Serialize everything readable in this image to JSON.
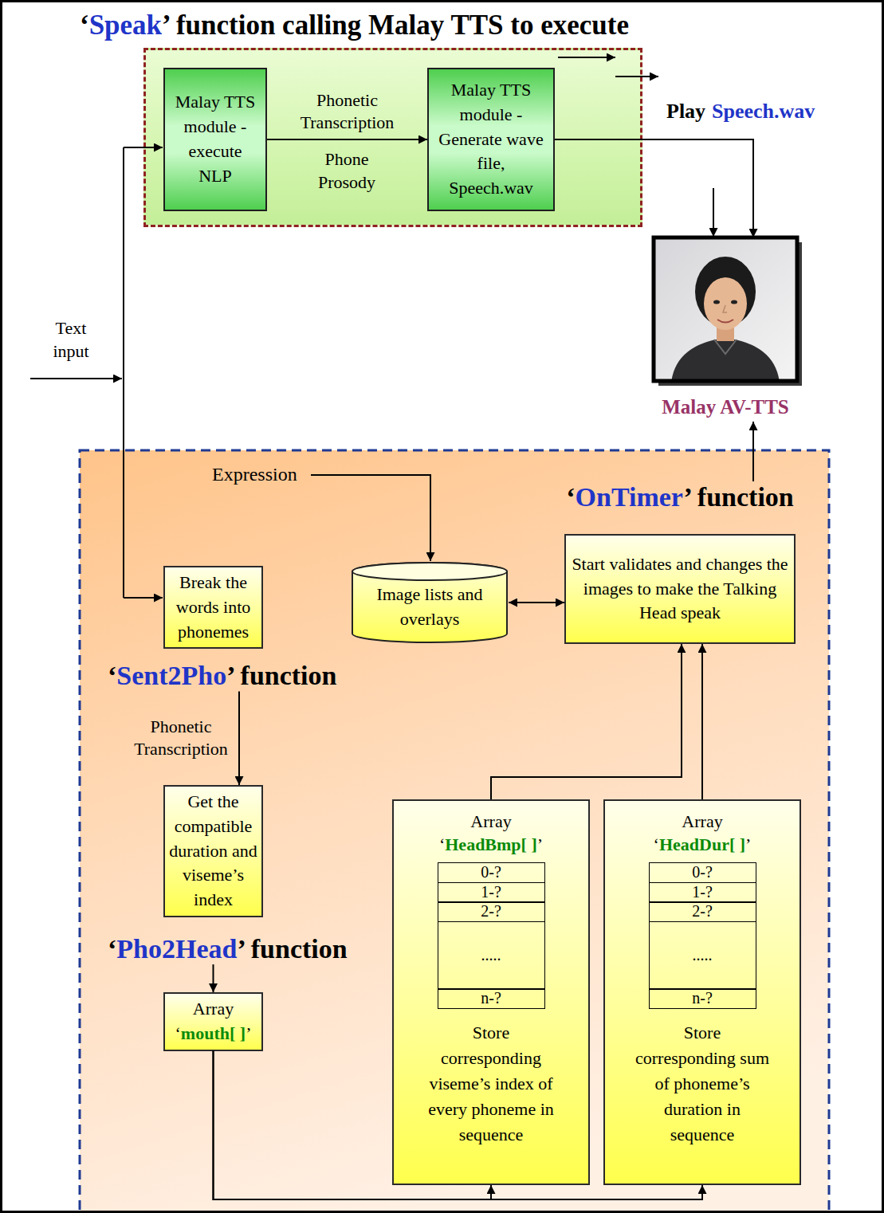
{
  "diagram": {
    "nodes": [
      {
        "text": [
          "‘Speak’ function calling Malay TTS to execute"
        ]
      },
      {
        "text": [
          "Malay TTS module -execute NLP"
        ],
        "in": 0
      },
      {
        "text": [
          "Malay TTS module -Generate wave file, Speech.wav"
        ],
        "in": 0
      },
      {
        "text": [
          "Malay AV-TTS"
        ]
      },
      {
        "text": [
          "‘OnTimer’ function",
          "Start validates and changes the images to make the Talking Head speak"
        ]
      },
      {
        "text": [
          "Image lists and overlays"
        ]
      },
      {
        "text": [
          "Break the words into phonemes",
          "‘Sent2Pho’ function"
        ]
      },
      {
        "text": [
          "Get the compatible duration and viseme’s index",
          "‘Pho2Head’ function"
        ]
      },
      {
        "text": [
          "Array ‘mouth[ ]’"
        ]
      },
      {
        "text": [
          "Array ‘HeadBmp[ ]’",
          "0-?",
          "1-?",
          "2-?",
          ".....",
          "n-?",
          "Store corresponding viseme’s index of every phoneme in sequence"
        ]
      },
      {
        "text": [
          "Array ‘HeadDur[ ]’",
          "0-?",
          "1-?",
          "2-?",
          ".....",
          "n-?",
          "Store corresponding sum of phoneme’s duration in sequence"
        ]
      }
    ],
    "edges": [
      {
        "from": 1,
        "to": 2,
        "arrow": "to",
        "label": "Phonetic Transcription"
      },
      {
        "from": 2,
        "to": 3,
        "arrow": "to"
      },
      {
        "from": 4,
        "to": 3,
        "arrow": "to"
      },
      {
        "from": 5,
        "to": 4,
        "arrow": "both"
      },
      {
        "from": 6,
        "to": 7,
        "arrow": "to",
        "label": "Phonetic Transcription"
      },
      {
        "from": 7,
        "to": 8,
        "arrow": "to"
      },
      {
        "from": 8,
        "to": 9,
        "arrow": "to"
      },
      {
        "from": 8,
        "to": 10,
        "arrow": "to"
      },
      {
        "from": 9,
        "to": 4,
        "arrow": "to"
      },
      {
        "from": 10,
        "to": 4,
        "arrow": "to"
      }
    ],
    "labels": [
      "Phone Prosody",
      "Play",
      "Speech.wav",
      "Text input",
      "Expression"
    ]
  }
}
